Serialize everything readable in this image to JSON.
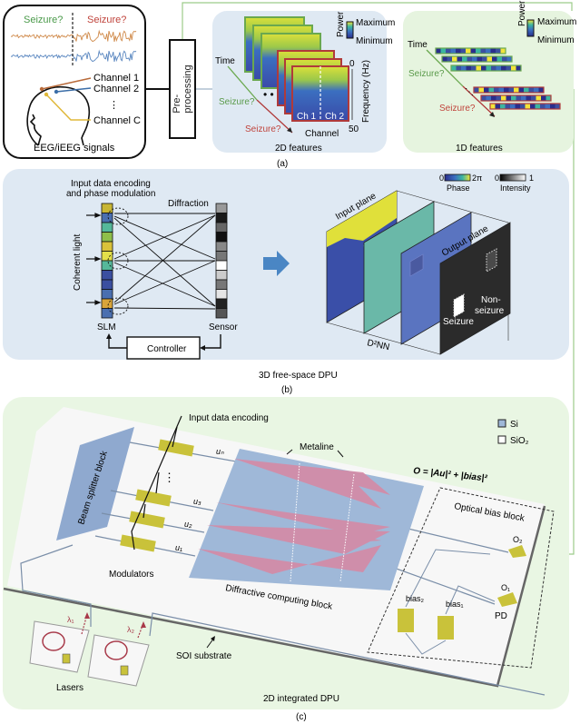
{
  "panel_a": {
    "caption": "(a)",
    "eeg": {
      "seizure_left": "Seizure?",
      "seizure_right": "Seizure?",
      "channels": [
        "Channel 1",
        "Channel 2",
        "⋮",
        "Channel C"
      ],
      "label": "EEG/iEEG signals"
    },
    "preprocessing": "Pre-processing",
    "features_2d": {
      "legend_title": "Power",
      "legend_max": "Maximum",
      "legend_min": "Minimum",
      "time": "Time",
      "seizure_green": "Seizure?",
      "seizure_red": "Seizure?",
      "freq_top": "0",
      "freq_bottom": "50",
      "freq_label": "Frequency (Hz)",
      "ch1": "Ch 1",
      "ch2": "Ch 2",
      "channel_axis": "Channel",
      "label": "2D features"
    },
    "features_1d": {
      "legend_title": "Power",
      "legend_max": "Maximum",
      "legend_min": "Minimum",
      "time": "Time",
      "seizure_green": "Seizure?",
      "seizure_red": "Seizure?",
      "label": "1D features"
    }
  },
  "panel_b": {
    "caption": "(b)",
    "encoding_line1": "Input data encoding",
    "encoding_line2": "and phase modulation",
    "diffraction": "Diffraction",
    "coherent_light": "Coherent light",
    "slm": "SLM",
    "sensor": "Sensor",
    "controller": "Controller",
    "phase_min": "0",
    "phase_max": "2π",
    "phase_label": "Phase",
    "intensity_min": "0",
    "intensity_max": "1",
    "intensity_label": "Intensity",
    "input_plane": "Input plane",
    "output_plane": "Output plane",
    "d2nn": "D²NN",
    "seizure": "Seizure",
    "non_seizure_1": "Non-",
    "non_seizure_2": "seizure",
    "label": "3D free-space DPU",
    "slm_cells": [
      "#c8b634",
      "#4a6fb0",
      "#55b89a",
      "#8fbf4a",
      "#d9c23a",
      "#e3e04a",
      "#55b89a",
      "#3b4fa0",
      "#3b4fa0",
      "#4a6fb0",
      "#d9a53a",
      "#4a6fb0"
    ],
    "sensor_cells": [
      "#999999",
      "#1a1a1a",
      "#666666",
      "#111111",
      "#888888",
      "#777777",
      "#ffffff",
      "#cccccc",
      "#777777",
      "#e5e5e5",
      "#222222",
      "#555555"
    ]
  },
  "panel_c": {
    "caption": "(c)",
    "input_encoding": "Input data encoding",
    "legend_si": "Si",
    "legend_sio2": "SiO₂",
    "colors": {
      "si": "#9fb8d8",
      "sio2": "#ffffff",
      "metaline_region": "#d58aa6",
      "modulator": "#c9c23a"
    },
    "beam_splitter": "Beam splitter block",
    "u_n": "uₙ",
    "u_3": "u₃",
    "u_2": "u₂",
    "u_1": "u₁",
    "modulators": "Modulators",
    "metaline": "Metaline",
    "diffractive": "Diffractive computing block",
    "formula": "O = |Au|² + |bias|²",
    "optical_bias": "Optical bias block",
    "o2": "O₂",
    "o1": "O₁",
    "pd": "PD",
    "bias2": "bias₂",
    "bias1": "bias₁",
    "lambda1": "λ₁",
    "lambda2": "λ₂",
    "soi": "SOI substrate",
    "lasers": "Lasers",
    "label": "2D integrated DPU"
  }
}
